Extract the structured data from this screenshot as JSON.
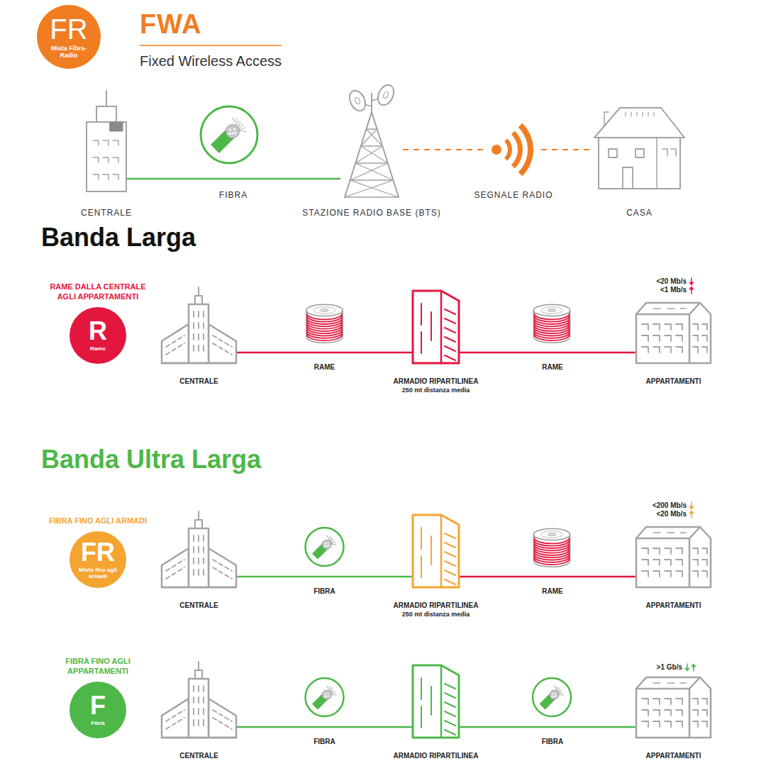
{
  "diagram": {
    "nodes": [
      {
        "text": [
          "FR",
          "Mista Fibra-Radio"
        ]
      },
      {
        "text": [
          "CENTRALE"
        ]
      },
      {
        "text": [
          "STAZIONE RADIO BASE (BTS)"
        ]
      },
      {
        "text": [
          "CASA"
        ]
      },
      {
        "text": [
          "RAME DALLA CENTRALE AGLI APPARTAMENTI",
          "R",
          "Rame"
        ]
      },
      {
        "text": [
          "CENTRALE"
        ]
      },
      {
        "text": [
          "ARMADIO RIPARTILINEA",
          "250 mt distanza media"
        ]
      },
      {
        "text": [
          "APPARTAMENTI"
        ]
      },
      {
        "text": [
          "FIBRA FINO AGLI ARMADI",
          "FR",
          "Misto fino agli armadi"
        ]
      },
      {
        "text": [
          "CENTRALE"
        ]
      },
      {
        "text": [
          "ARMADIO RIPARTILINEA",
          "250 mt distanza media"
        ]
      },
      {
        "text": [
          "APPARTAMENTI"
        ]
      },
      {
        "text": [
          "FIBRA FINO AGLI APPARTAMENTI",
          "F",
          "Fibra"
        ]
      },
      {
        "text": [
          "CENTRALE"
        ]
      },
      {
        "text": [
          "ARMADIO RIPARTILINEA"
        ]
      },
      {
        "text": [
          "APPARTAMENTI"
        ]
      }
    ],
    "edges": [
      {
        "from": 1,
        "to": 2,
        "label": "FIBRA",
        "arrow": "none"
      },
      {
        "from": 2,
        "to": 3,
        "label": "SEGNALE RADIO",
        "arrow": "none"
      },
      {
        "from": 5,
        "to": 6,
        "label": "RAME",
        "arrow": "none"
      },
      {
        "from": 6,
        "to": 7,
        "label": "RAME",
        "arrow": "none"
      },
      {
        "from": 9,
        "to": 10,
        "label": "FIBRA",
        "arrow": "none"
      },
      {
        "from": 10,
        "to": 11,
        "label": "RAME",
        "arrow": "none"
      },
      {
        "from": 13,
        "to": 14,
        "label": "FIBRA",
        "arrow": "none"
      },
      {
        "from": 14,
        "to": 15,
        "label": "FIBRA",
        "arrow": "none"
      }
    ],
    "labels": [
      "FWA",
      "Fixed Wireless Access",
      "Banda Larga",
      "Banda Ultra Larga",
      "<20 Mb/s",
      "<1 Mb/s",
      "<200 Mb/s",
      "<20 Mb/s",
      ">1 Gb/s"
    ]
  }
}
